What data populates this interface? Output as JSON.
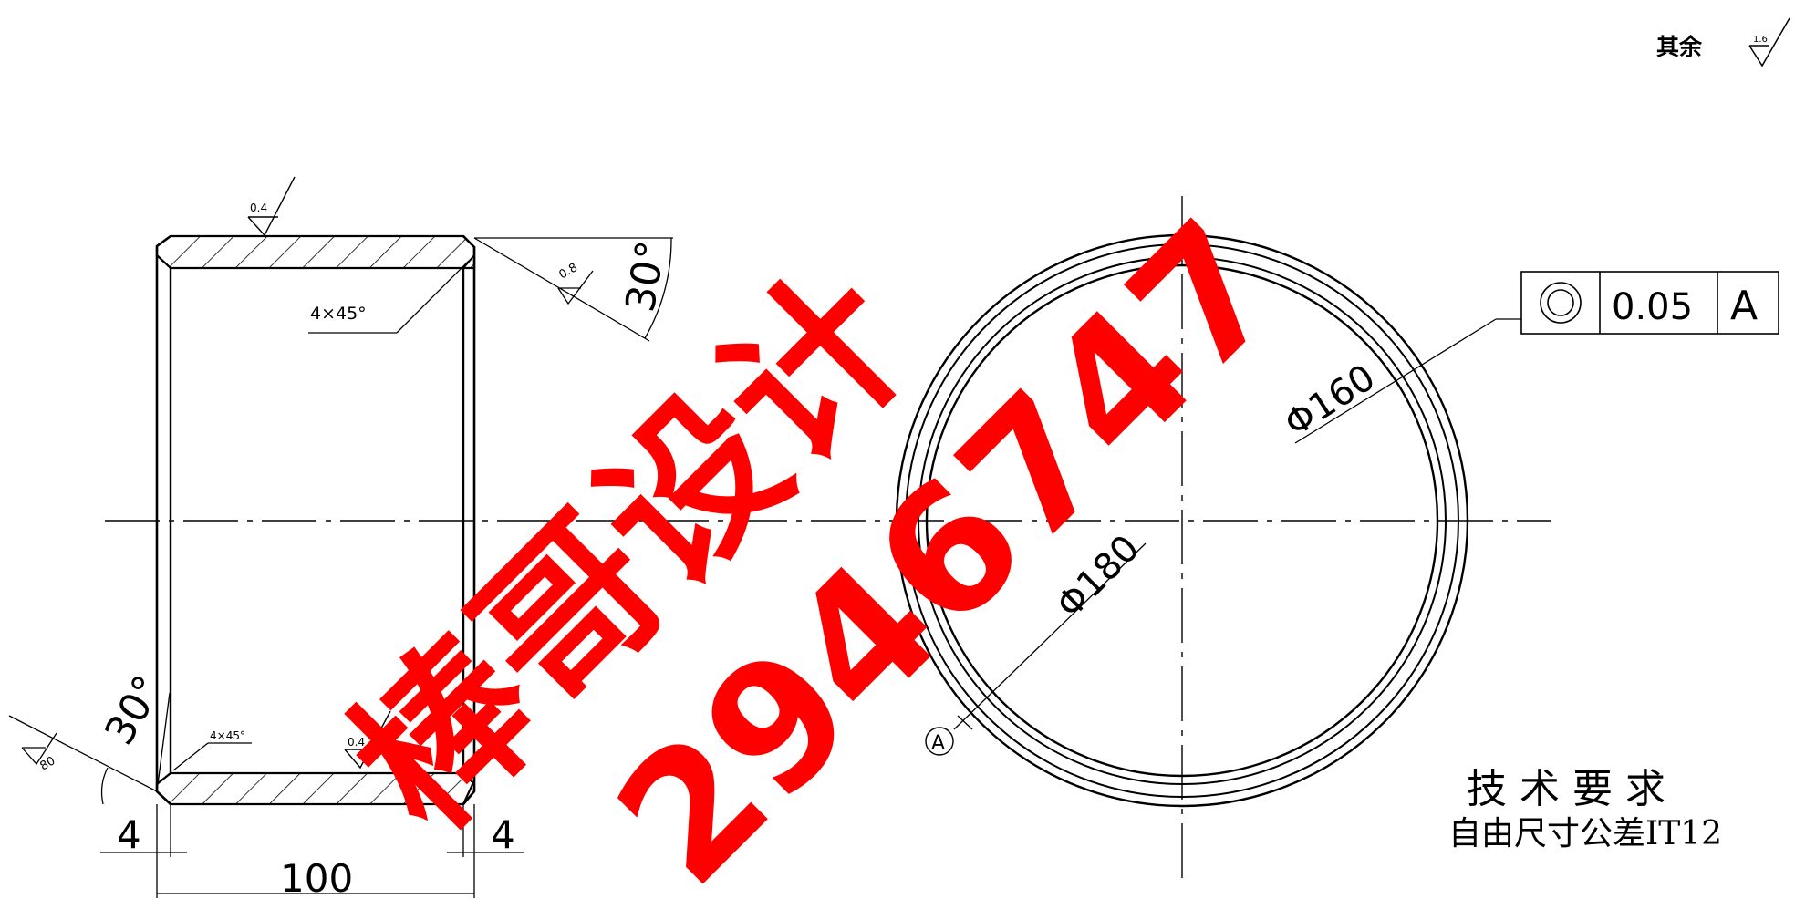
{
  "roughness_note": {
    "label": "其余",
    "value": "1.6"
  },
  "side_view": {
    "roughness_outer": "0.4",
    "roughness_chamfer_top": "0.8",
    "roughness_chamfer_bottom": "80",
    "roughness_bore": "0.4",
    "chamfer_top": "4×45°",
    "chamfer_bottom": "4×45°",
    "angle_top": "30°",
    "angle_bottom": "30°",
    "dim_left": "4",
    "dim_right": "4",
    "dim_length": "100"
  },
  "front_view": {
    "dia_inner": "Φ160",
    "dia_outer": "Φ180",
    "datum": "A",
    "tolerance": {
      "symbol": "◎",
      "value": "0.05",
      "datum": "A"
    }
  },
  "tech_requirements": {
    "title": "技 术 要 求",
    "line1": "自由尺寸公差IT12"
  },
  "watermark": {
    "line1": "棒哥设计",
    "line2": "2946747"
  }
}
